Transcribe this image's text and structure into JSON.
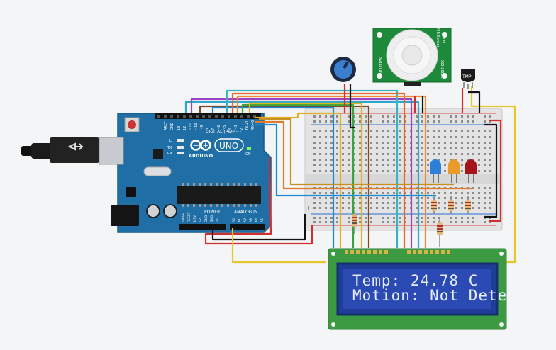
{
  "arduino": {
    "brand": "ARDUINO",
    "model": "UNO",
    "digital_label": "DIGITAL (PWM~)",
    "power_label": "POWER",
    "analog_label": "ANALOG IN",
    "gnd_label": "GND",
    "aref_label": "AREF",
    "tx_label": "TX",
    "rx_label": "RX",
    "l_label": "L",
    "on_label": "ON",
    "digital_pins": [
      "13",
      "12",
      "~11",
      "~10",
      "~9",
      "8",
      "7",
      "~6",
      "~5",
      "4",
      "~3",
      "2",
      "TX→1",
      "RX←0"
    ],
    "power_pins": [
      "IOREF",
      "RESET",
      "3.3V",
      "5V",
      "GND",
      "GND",
      "Vin"
    ],
    "analog_pins": [
      "A0",
      "A1",
      "A2",
      "A3",
      "A4",
      "A5"
    ]
  },
  "pir": {
    "title": "PIR Sensor",
    "rev": "Rev B",
    "left_text": "PARALLAX",
    "right_text": "555-28027"
  },
  "temp_sensor": {
    "label": "TMP"
  },
  "breadboard": {
    "left_rail_marks": [
      "+",
      "–"
    ]
  },
  "lcd": {
    "line1": "Temp: 24.78 C",
    "line2": "Motion: Not Dete"
  },
  "colors": {
    "arduino_blue": "#1f6fa6",
    "breadboard": "#e6e6e6",
    "lcd_green": "#3c9b42",
    "lcd_screen": "#2b4ab3",
    "pir_board": "#1c8a3a",
    "led_blue": "#2e7fd8",
    "led_orange": "#e99a2b",
    "led_red": "#a4141a"
  }
}
